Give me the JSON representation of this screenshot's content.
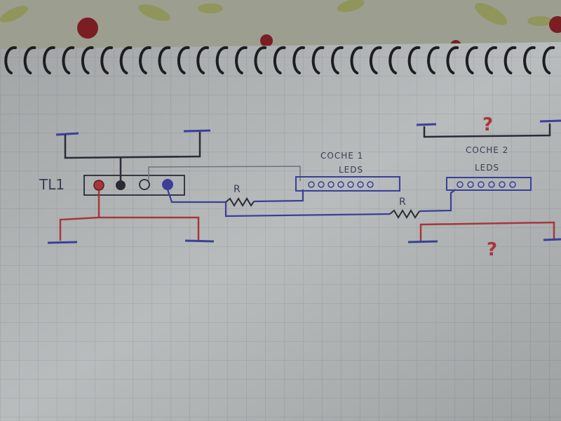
{
  "labels": {
    "tl1": "TL1",
    "coche1_title": "COCHE 1",
    "coche1_sub": "LEDS",
    "coche2_title": "COCHE 2",
    "coche2_sub": "LEDS",
    "r1": "R",
    "r2": "R",
    "q_top": "?",
    "q_bottom": "?"
  },
  "colors": {
    "paper": "#b8bcbd",
    "grid": "#9ea4a6",
    "ink_blue": "#3a3f9a",
    "ink_black": "#2a2b35",
    "ink_red": "#a8363a",
    "pencil": "#70747c",
    "flower_red": "#7a1e24",
    "leaf_green": "#8f9556",
    "spiral": "#1c1d20"
  },
  "icons": [
    "rail-track-icon",
    "spiral-binding-icon",
    "resistor-icon",
    "led-bar-icon",
    "connector-hole-icon"
  ]
}
